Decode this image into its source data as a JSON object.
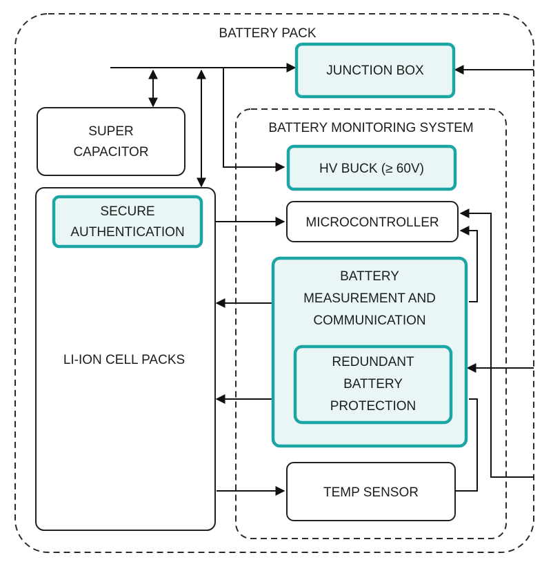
{
  "diagram": {
    "battery_pack": "BATTERY PACK",
    "bms": "BATTERY MONITORING SYSTEM",
    "junction_box": "JUNCTION BOX",
    "super_capacitor": [
      "SUPER",
      "CAPACITOR"
    ],
    "hv_buck": "HV BUCK (≥ 60V)",
    "secure_authentication": [
      "SECURE",
      "AUTHENTICATION"
    ],
    "microcontroller": "MICROCONTROLLER",
    "battery_measurement": [
      "BATTERY",
      "MEASUREMENT AND",
      "COMMUNICATION"
    ],
    "redundant_protection": [
      "REDUNDANT",
      "BATTERY",
      "PROTECTION"
    ],
    "li_ion_cell_packs": "LI-ION CELL PACKS",
    "temp_sensor": "TEMP SENSOR"
  },
  "colors": {
    "accent": "#1ba6a3",
    "accent_fill": "#eaf6f6",
    "line": "#111111"
  }
}
